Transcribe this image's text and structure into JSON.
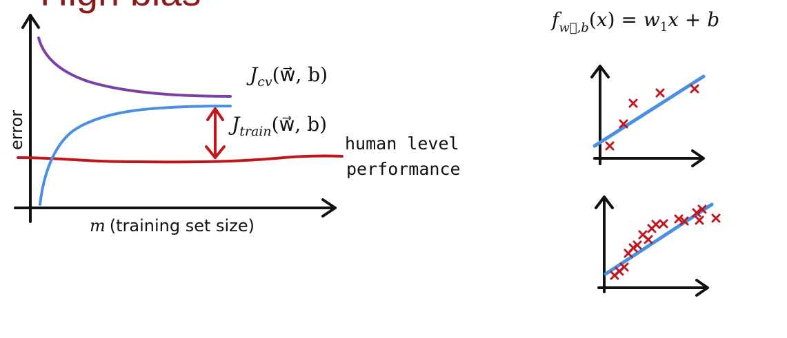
{
  "title": "High bias",
  "model_equation": "f_w,b(x) = w₁x + b",
  "learning_curve": {
    "y_axis_label": "error",
    "x_axis_label_var": "m",
    "x_axis_label_text": "(training set size)",
    "cv_label_main": "J",
    "cv_label_sub": "cv",
    "cv_label_args": "(w⃗, b)",
    "train_label_main": "J",
    "train_label_sub": "train",
    "train_label_args": "(w⃗, b)",
    "human_label_line1": "human level",
    "human_label_line2": "performance"
  },
  "colors": {
    "title": "#8b1a1a",
    "cv_curve": "#7b3fa8",
    "train_curve": "#4a90e2",
    "human_level": "#c0161d",
    "data_points": "#c0161d",
    "fit_line": "#4a90e2"
  }
}
